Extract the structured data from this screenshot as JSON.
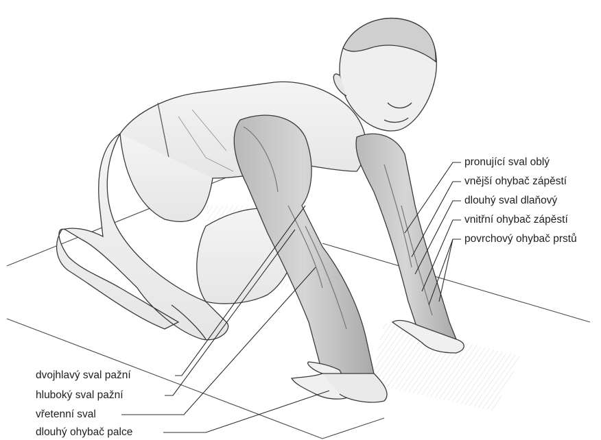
{
  "labels_right": [
    {
      "id": "pronator-teres",
      "text": "pronující sval oblý"
    },
    {
      "id": "flexor-carpi-radialis",
      "text": "vnější ohybač zápěstí"
    },
    {
      "id": "palmaris-longus",
      "text": "dlouhý sval dlaňový"
    },
    {
      "id": "flexor-carpi-ulnaris",
      "text": "vnitřní ohybač zápěstí"
    },
    {
      "id": "flexor-digitorum-superficialis",
      "text": "povrchový ohybač prstů"
    }
  ],
  "labels_left": [
    {
      "id": "biceps-brachii",
      "text": "dvojhlavý sval pažní"
    },
    {
      "id": "brachialis",
      "text": "hluboký sval pažní"
    },
    {
      "id": "brachioradialis",
      "text": "vřetenní sval"
    },
    {
      "id": "flexor-pollicis-longus",
      "text": "dlouhý ohybač palce"
    }
  ],
  "colors": {
    "skin_outline": "#3a3a3a",
    "muscle_fill": "#c9c9c9",
    "muscle_shade": "#9e9e9e",
    "floor_line": "#444444"
  }
}
